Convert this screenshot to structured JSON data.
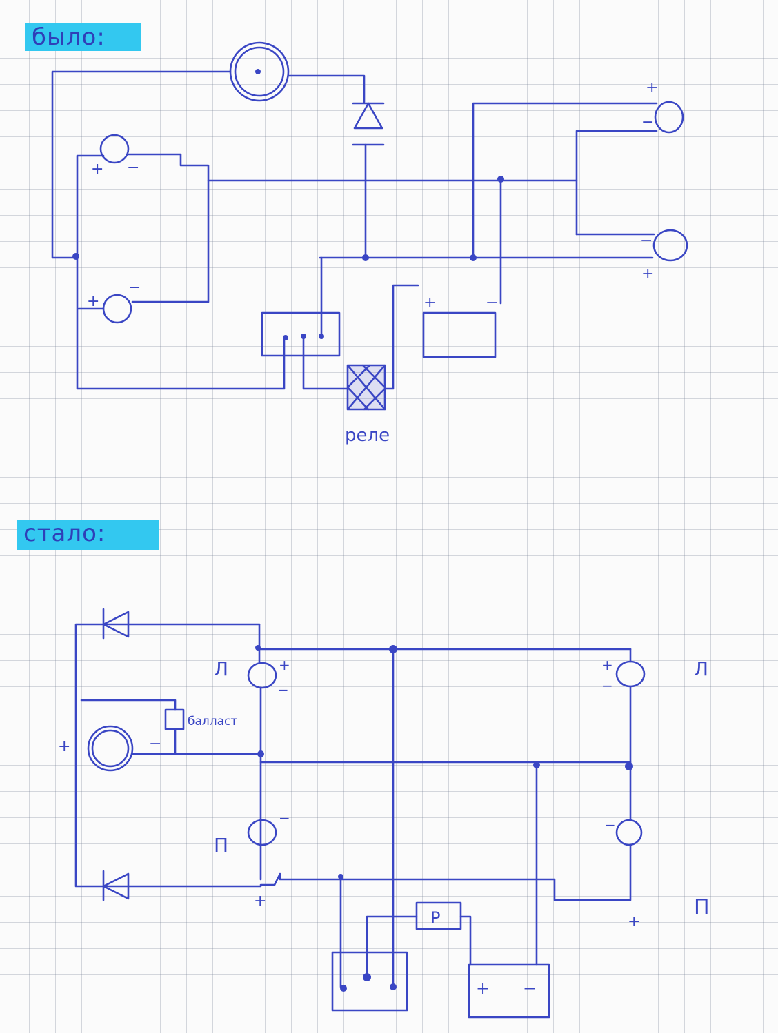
{
  "headings": {
    "before": "было:",
    "after": "стало:"
  },
  "before": {
    "relay_caption": "реле",
    "signs": {
      "plus": "+",
      "minus": "−"
    }
  },
  "after": {
    "left_label": "Л",
    "right_label": "П",
    "ballast_label": "балласт",
    "relay_label": "Р",
    "signs": {
      "plus": "+",
      "minus": "−"
    }
  },
  "colors": {
    "ink": "#3a46c4",
    "highlight": "#33c8f0",
    "grid": "#aab2c0"
  }
}
